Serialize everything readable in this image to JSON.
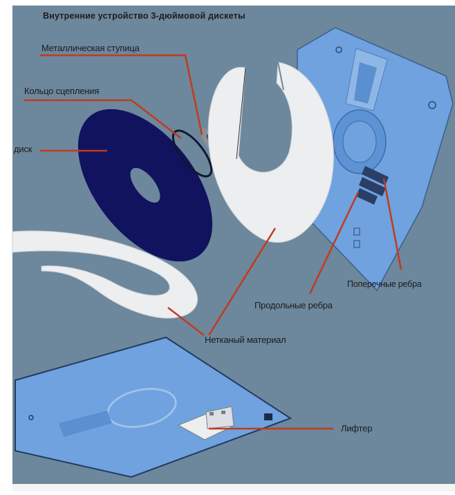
{
  "title": "Внутренние устройство 3-дюймовой дискеты",
  "colors": {
    "background": "#6d879d",
    "disk": "#11135f",
    "shell": "#6fa2de",
    "shell_dark": "#4d7fc0",
    "liner": "#eceef0",
    "leader_line": "#c23a1c"
  },
  "labels": {
    "hub": "Металлическая ступица",
    "clutch_ring": "Кольцо сцепления",
    "disk": "диск",
    "cross_ribs": "Поперечные ребра",
    "long_ribs": "Продольные ребра",
    "nonwoven": "Нетканый материал",
    "lifter": "Лифтер"
  }
}
